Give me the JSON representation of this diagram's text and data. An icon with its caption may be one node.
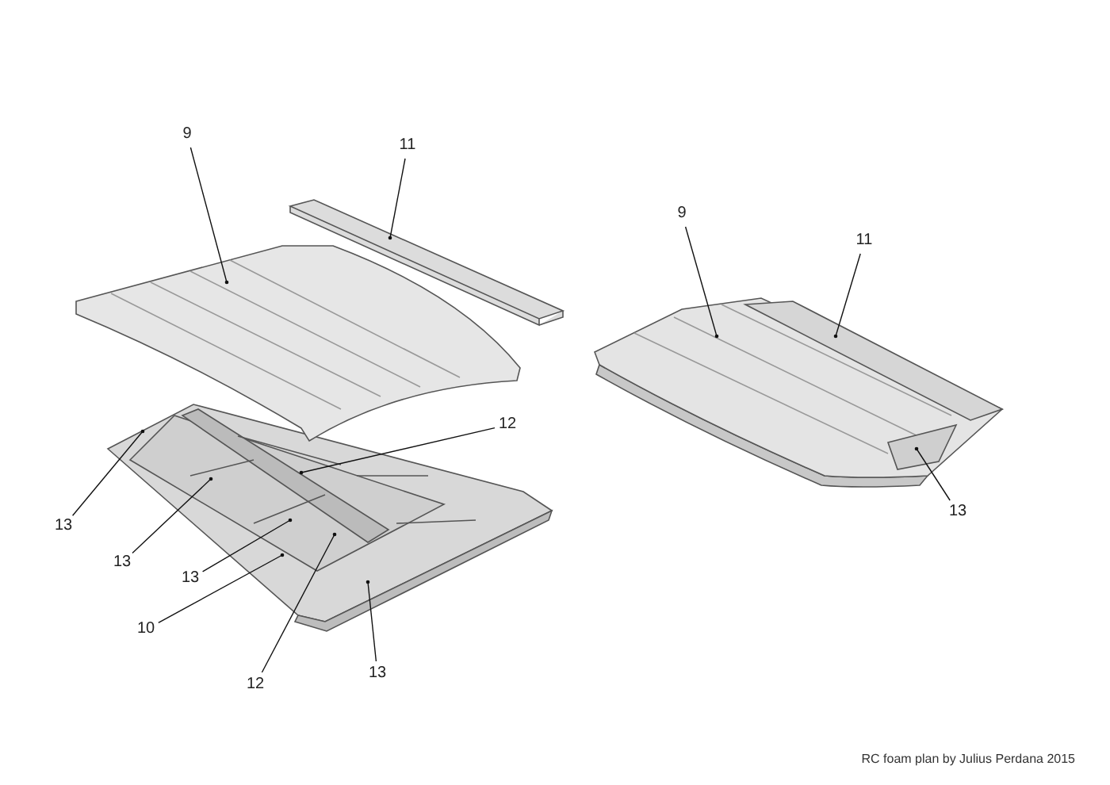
{
  "diagram": {
    "nodes": [
      {
        "text": [
          "9"
        ]
      },
      {
        "text": [
          "11"
        ]
      },
      {
        "text": [
          "9"
        ]
      },
      {
        "text": [
          "11"
        ]
      },
      {
        "text": [
          "12"
        ]
      },
      {
        "text": [
          "13"
        ]
      },
      {
        "text": [
          "13"
        ]
      },
      {
        "text": [
          "13"
        ]
      },
      {
        "text": [
          "13"
        ]
      },
      {
        "text": [
          "10"
        ]
      },
      {
        "text": [
          "13"
        ]
      },
      {
        "text": [
          "12"
        ]
      },
      {
        "text": [],
        "shape": "picture"
      },
      {
        "text": [],
        "shape": "picture",
        "in": 12
      },
      {
        "text": [],
        "shape": "picture",
        "in": 12
      }
    ],
    "edges": [
      {
        "from": 0,
        "to": null,
        "arrow": "other"
      },
      {
        "from": 1,
        "to": null,
        "arrow": "other"
      },
      {
        "from": 2,
        "to": 12,
        "arrow": "other"
      },
      {
        "from": 3,
        "to": 13,
        "arrow": "other"
      },
      {
        "from": 4,
        "to": null,
        "arrow": "other"
      },
      {
        "from": 5,
        "to": 14,
        "arrow": "other"
      },
      {
        "from": 6,
        "to": null,
        "arrow": "other"
      },
      {
        "from": 7,
        "to": null,
        "arrow": "other"
      },
      {
        "from": 8,
        "to": null,
        "arrow": "other"
      },
      {
        "from": 9,
        "to": null,
        "arrow": "other"
      },
      {
        "from": 10,
        "to": null,
        "arrow": "other"
      },
      {
        "from": 11,
        "to": null,
        "arrow": "other"
      }
    ],
    "labels": [
      "RC foam plan by Julius Perdana 2015"
    ]
  }
}
